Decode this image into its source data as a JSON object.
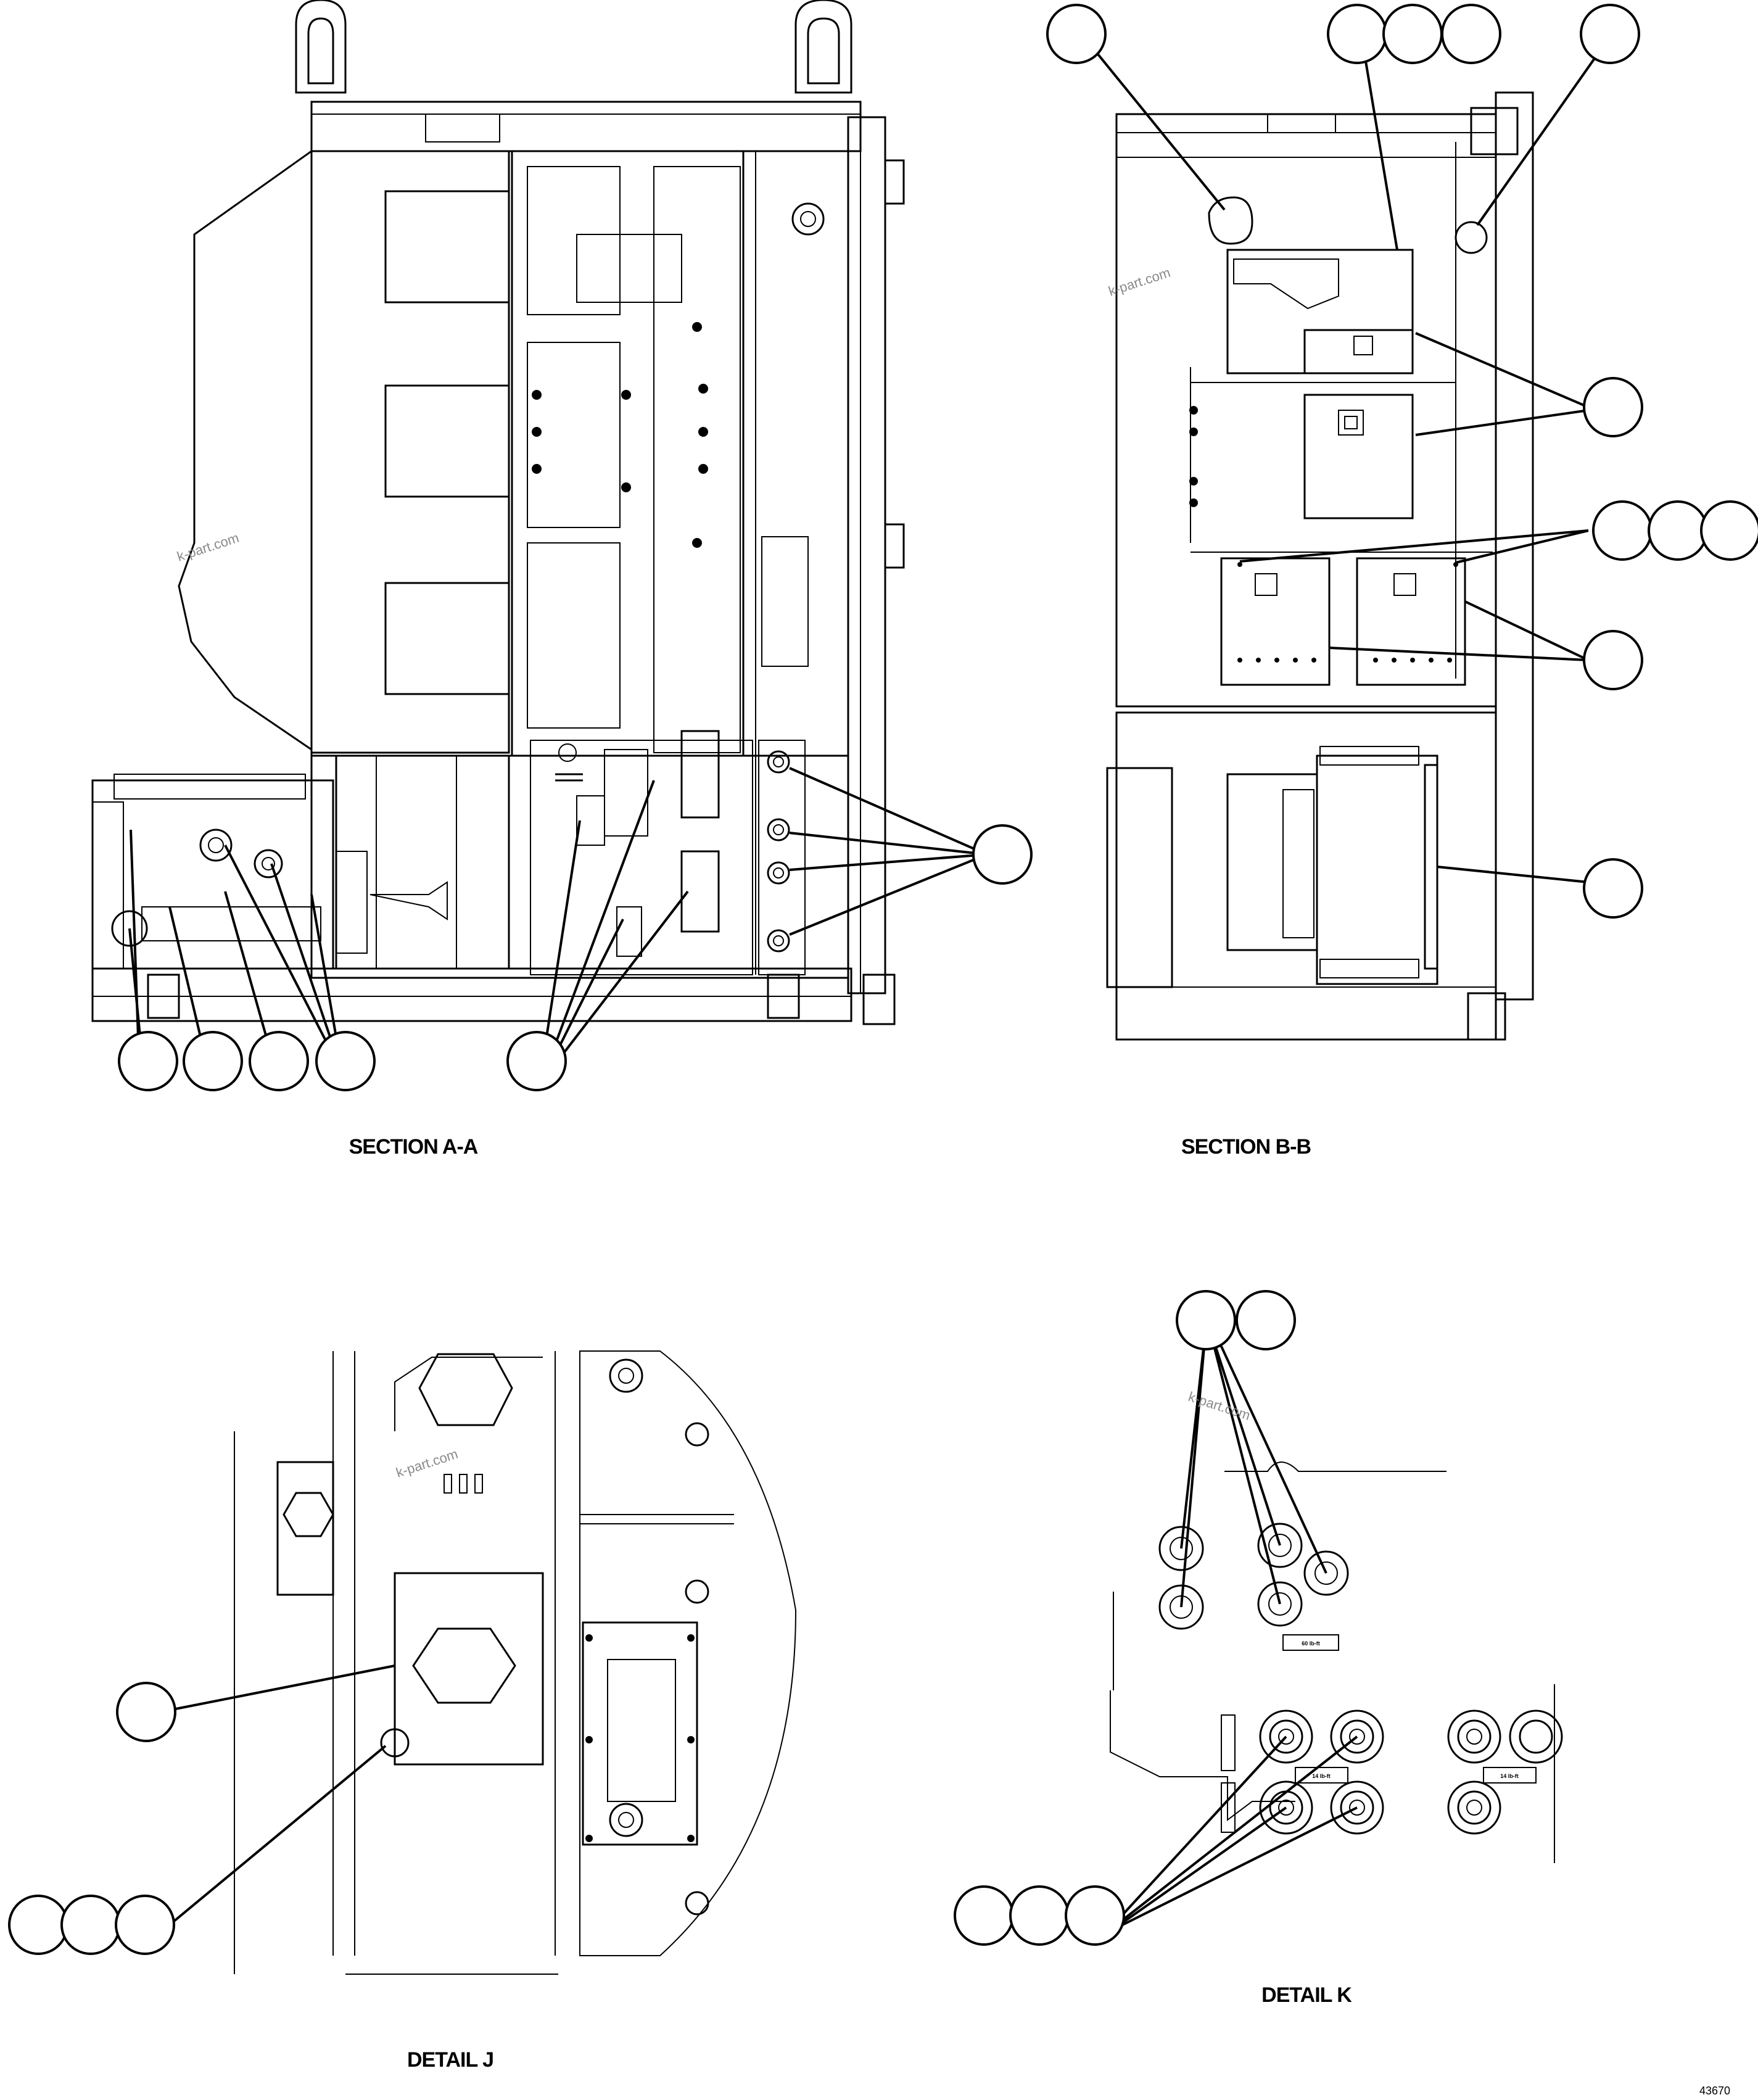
{
  "captions": {
    "section_aa": "SECTION A-A",
    "section_bb": "SECTION B-B",
    "detail_j": "DETAIL J",
    "detail_k": "DETAIL K"
  },
  "watermark": "k-part.com",
  "drawing_number": "43670",
  "detail_k_labels": {
    "a": "60 lb-ft",
    "b": "14 lb-ft",
    "c": "14 lb-ft"
  },
  "colors": {
    "line": "#000000",
    "background": "#ffffff",
    "watermark": "#8a8a8a"
  }
}
